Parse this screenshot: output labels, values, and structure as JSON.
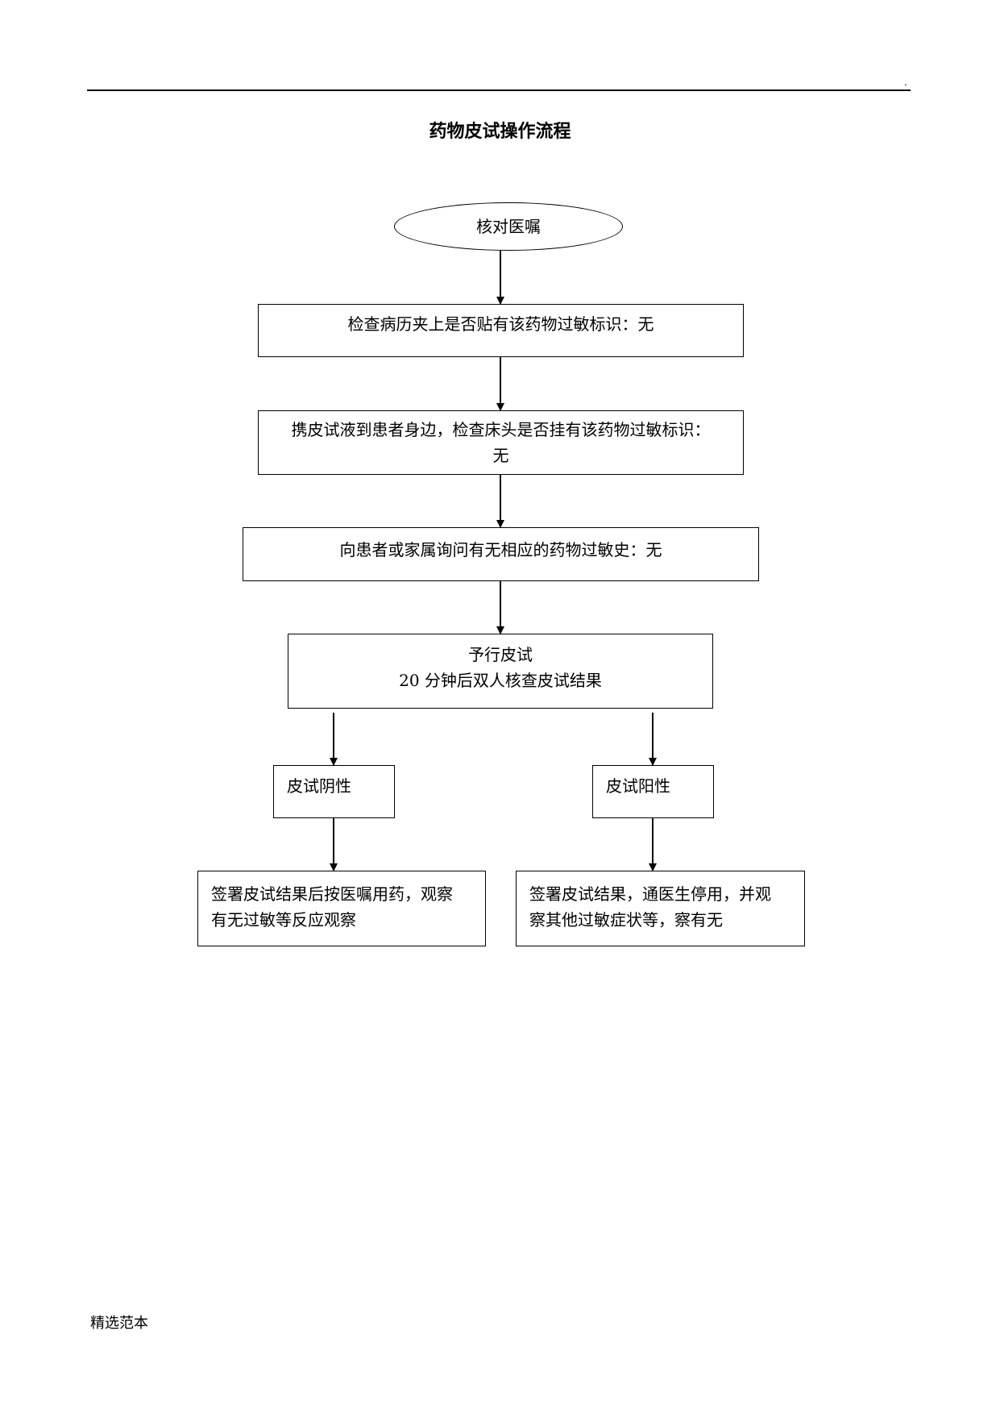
{
  "header": {
    "dot": "."
  },
  "title": "药物皮试操作流程",
  "nodes": {
    "verify_order": {
      "text": "核对医嘱"
    },
    "check_record": {
      "text": "检查病历夹上是否贴有该药物过敏标识：无"
    },
    "bedside_check": {
      "line1": "携皮试液到患者身边，检查床头是否挂有该药物过敏标识：",
      "line2": "无"
    },
    "ask_history": {
      "text": "向患者或家属询问有无相应的药物过敏史：无"
    },
    "do_test": {
      "line1": "予行皮试",
      "line2": "20 分钟后双人核查皮试结果"
    },
    "negative": {
      "text": "皮试阴性"
    },
    "positive": {
      "text": "皮试阳性"
    },
    "negative_action": {
      "line1": "签署皮试结果后按医嘱用药，观察",
      "line2": "有无过敏等反应观察"
    },
    "positive_action": {
      "line1": "签署皮试结果，通医生停用，并观",
      "line2": "察其他过敏症状等，察有无"
    }
  },
  "footer": {
    "text": "精选范本"
  }
}
